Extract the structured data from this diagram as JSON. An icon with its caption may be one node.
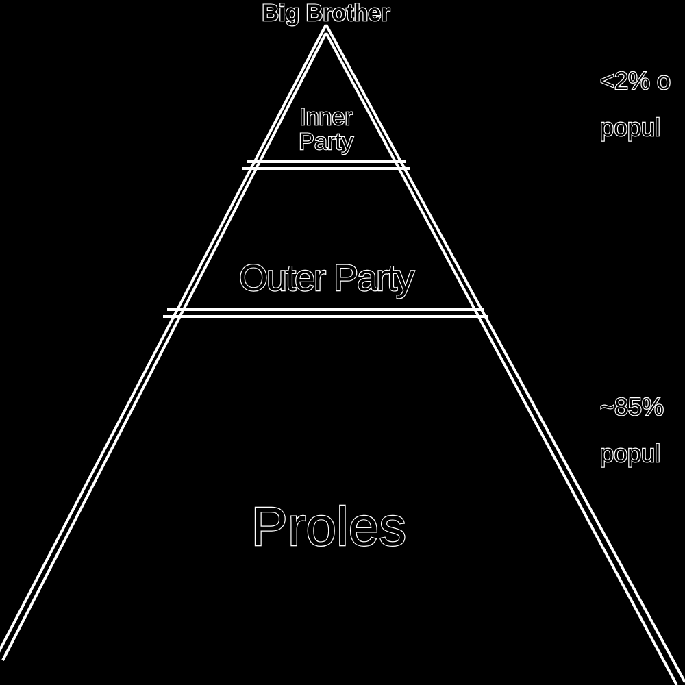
{
  "diagram": {
    "nodes": [
      {
        "text": [
          "Inner Party"
        ],
        "beside": [
          "Big Brother"
        ]
      },
      {
        "text": [
          "Outer Party"
        ]
      },
      {
        "text": [
          "Proles"
        ]
      }
    ],
    "labels": [
      "<2% o",
      "popul",
      "~85%",
      "popul"
    ]
  }
}
